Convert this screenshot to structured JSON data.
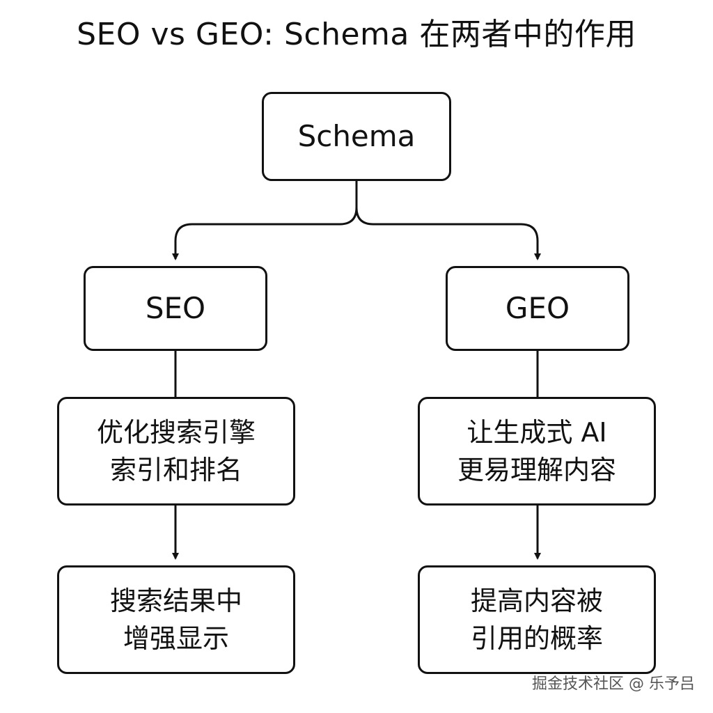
{
  "title": "SEO vs GEO: Schema 在两者中的作用",
  "nodes": {
    "schema": "Schema",
    "seo": "SEO",
    "geo": "GEO",
    "seo_detail": "优化搜索引擎\n索引和排名",
    "geo_detail": "让生成式 AI\n更易理解内容",
    "seo_result": "搜索结果中\n增强显示",
    "geo_result": "提高内容被\n引用的概率"
  },
  "watermark": "掘金技术社区 @ 乐予吕",
  "colors": {
    "stroke": "#111111",
    "background": "#ffffff",
    "watermark": "#555555"
  }
}
